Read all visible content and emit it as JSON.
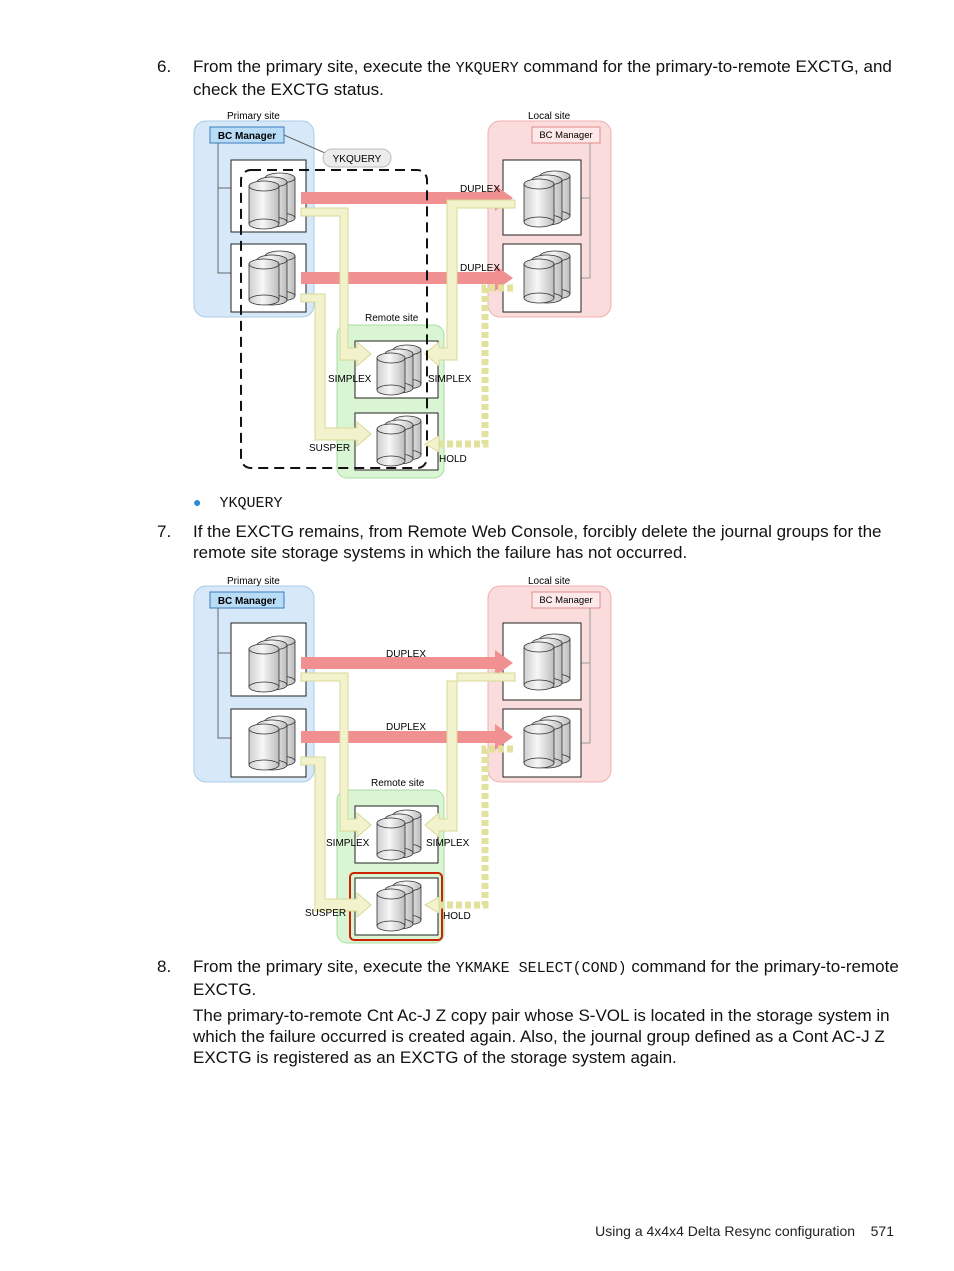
{
  "step6": {
    "number": "6.",
    "pre": "From the primary site, execute the ",
    "command": "YKQUERY",
    "post": " command for the primary-to-remote EXCTG, and check the EXCTG status."
  },
  "figure1": {
    "primary_site": "Primary site",
    "local_site": "Local site",
    "remote_site": "Remote site",
    "bc_manager_primary": "BC Manager",
    "bc_manager_local": "BC Manager",
    "callout": "YKQUERY",
    "labels": {
      "duplex_top": "DUPLEX",
      "duplex_bottom": "DUPLEX",
      "simplex_left": "SIMPLEX",
      "simplex_right": "SIMPLEX",
      "susper": "SUSPER",
      "hold": "HOLD"
    }
  },
  "bullet": {
    "text": "YKQUERY"
  },
  "step7": {
    "number": "7.",
    "text": "If the EXCTG remains, from Remote Web Console, forcibly delete the journal groups for the remote site storage systems in which the failure has not occurred."
  },
  "figure2": {
    "primary_site": "Primary site",
    "local_site": "Local site",
    "remote_site": "Remote site",
    "bc_manager_primary": "BC Manager",
    "bc_manager_local": "BC Manager",
    "labels": {
      "duplex_top": "DUPLEX",
      "duplex_bottom": "DUPLEX",
      "simplex_left": "SIMPLEX",
      "simplex_right": "SIMPLEX",
      "susper": "SUSPER",
      "hold": "HOLD"
    }
  },
  "step8": {
    "number": "8.",
    "pre": "From the primary site, execute the ",
    "command": "YKMAKE SELECT(COND)",
    "post": " command for the primary-to-remote EXCTG."
  },
  "step8_para": {
    "text": "The primary-to-remote Cnt Ac-J Z copy pair whose S-VOL is located in the storage system in which the failure occurred is created again. Also, the journal group defined as a Cont AC-J Z EXCTG is registered as an EXCTG of the storage system again."
  },
  "footer": {
    "text": "Using a 4x4x4 Delta Resync configuration",
    "page": "571"
  },
  "colors": {
    "primary_bg": "#d7e9f8",
    "local_bg": "#fbdcdc",
    "remote_bg": "#d9f5d4",
    "red_arrow": "#f19090",
    "yellow_arrow": "#f2f2cc",
    "highlight": "#cc2200"
  }
}
